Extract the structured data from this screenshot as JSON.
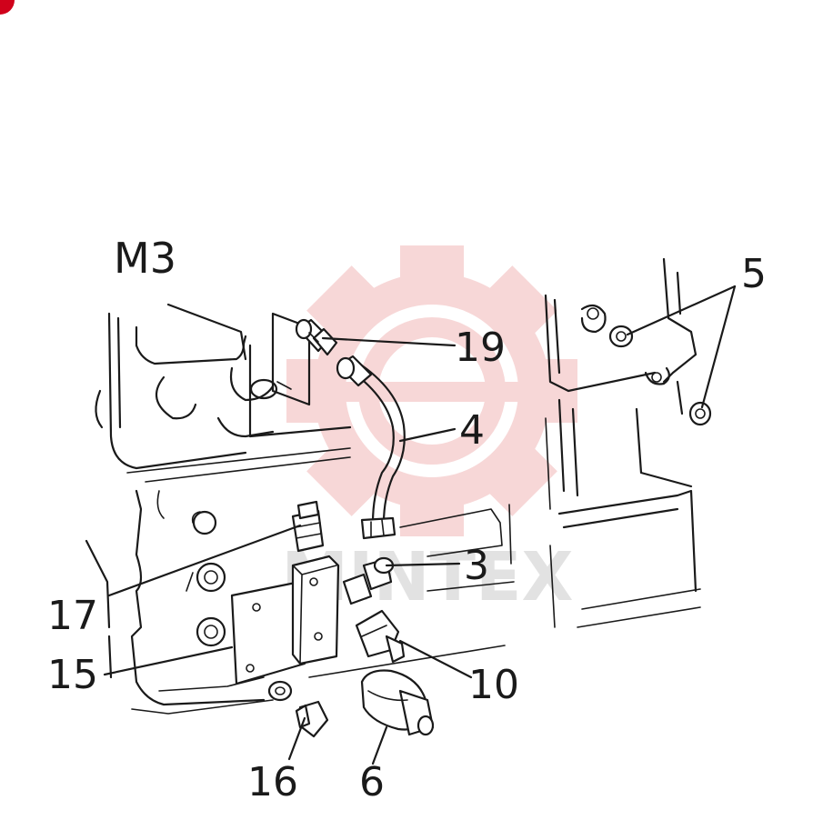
{
  "diagram": {
    "group_label": "M3",
    "watermark_text": "MINTEX",
    "callouts": [
      {
        "id": "c19",
        "text": "19"
      },
      {
        "id": "c4",
        "text": "4"
      },
      {
        "id": "c5",
        "text": "5"
      },
      {
        "id": "c3",
        "text": "3"
      },
      {
        "id": "c17",
        "text": "17"
      },
      {
        "id": "c15",
        "text": "15"
      },
      {
        "id": "c10",
        "text": "10"
      },
      {
        "id": "c16",
        "text": "16"
      },
      {
        "id": "c6",
        "text": "6"
      }
    ]
  },
  "colors": {
    "line": "#1a1a1a",
    "watermark": "#f4c6c6",
    "watermark_text": "#d9d9d9",
    "corner_badge": "#d0021b"
  }
}
